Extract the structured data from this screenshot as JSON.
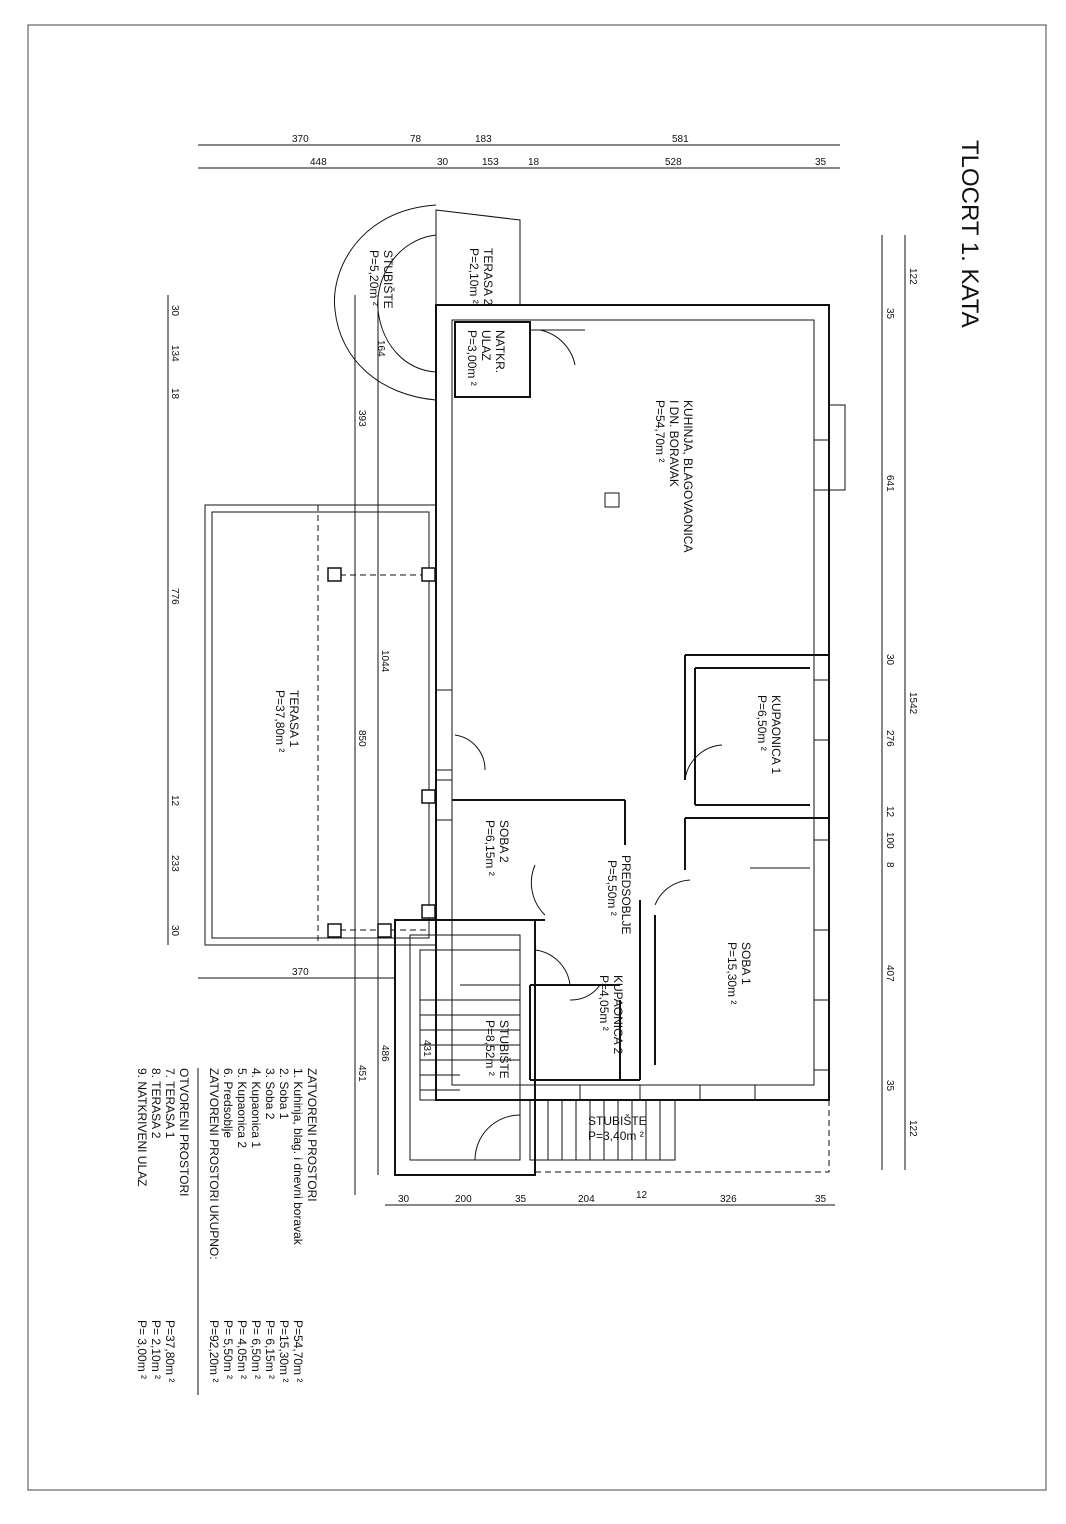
{
  "title": "TLOCRT 1. KATA",
  "rooms": [
    {
      "key": "kuhinja",
      "lines": [
        "KUHINJA, BLAGOVAONICA",
        "I DN. BORAVAK",
        "P=54,70m ²"
      ]
    },
    {
      "key": "kupaonica1",
      "lines": [
        "KUPAONICA 1",
        "P=6,50m ²"
      ]
    },
    {
      "key": "soba1",
      "lines": [
        "SOBA 1",
        "P=15,30m ²"
      ]
    },
    {
      "key": "soba2",
      "lines": [
        "SOBA 2",
        "P=6,15m ²"
      ]
    },
    {
      "key": "predsoblje",
      "lines": [
        "PREDSOBLJE",
        "P=5,50m ²"
      ]
    },
    {
      "key": "kupaonica2",
      "lines": [
        "KUPAONICA 2",
        "P=4,05m ²"
      ]
    },
    {
      "key": "stubiste_in",
      "lines": [
        "STUBIŠTE",
        "P=8,52m ²"
      ]
    },
    {
      "key": "stubiste_out",
      "lines": [
        "STUBIŠTE",
        "P=3,40m ²"
      ]
    },
    {
      "key": "terasa1",
      "lines": [
        "TERASA 1",
        "P=37,80m ²"
      ]
    },
    {
      "key": "terasa2",
      "lines": [
        "TERASA 2",
        "P=2,10m ²"
      ]
    },
    {
      "key": "natkr",
      "lines": [
        "NATKR.",
        "ULAZ",
        "P=3,00m ²"
      ]
    },
    {
      "key": "stubiste_spiral",
      "lines": [
        "STUBIŠTE",
        "P=5,20m ²"
      ]
    }
  ],
  "dimensions": {
    "top_outer": [
      "370",
      "78",
      "183",
      "581"
    ],
    "top_inner": [
      "448",
      "30",
      "153",
      "18",
      "528",
      "35"
    ],
    "right_outer": [
      "122",
      "1542",
      "122"
    ],
    "right_inner": [
      "35",
      "641",
      "30",
      "276",
      "12",
      "100",
      "8",
      "407",
      "35"
    ],
    "bottom": [
      "30",
      "200",
      "35",
      "204",
      "12",
      "326",
      "35"
    ],
    "left_outer": [
      "30",
      "134",
      "18",
      "776",
      "12",
      "233",
      "30"
    ],
    "left_inner": [
      "393",
      "1044",
      "850",
      "486",
      "451"
    ],
    "misc": [
      "370",
      "431",
      "164"
    ]
  },
  "legend": {
    "closed_header": "ZATVORENI PROSTORI",
    "closed_items": [
      {
        "label": "1. Kuhinja, blag. i dnevni boravak",
        "area": "P=54,70m ²"
      },
      {
        "label": "2. Soba 1",
        "area": "P=15,30m ²"
      },
      {
        "label": "3. Soba 2",
        "area": "P= 6,15m ²"
      },
      {
        "label": "4. Kupaonica 1",
        "area": "P= 6,50m ²"
      },
      {
        "label": "5. Kupaonica 2",
        "area": "P= 4,05m ²"
      },
      {
        "label": "6. Predsoblje",
        "area": "P= 5,50m ²"
      }
    ],
    "total_label": "ZATVORENI PROSTORI UKUPNO:",
    "total_area": "P=92,20m ²",
    "open_header": "OTVORENI PROSTORI",
    "open_items": [
      {
        "label": "7. TERASA 1",
        "area": "P=37,80m ²"
      },
      {
        "label": "8. TERASA 2",
        "area": "P= 2,10m ²"
      },
      {
        "label": "9. NATKRIVENI ULAZ",
        "area": "P= 3,00m ²"
      }
    ]
  }
}
